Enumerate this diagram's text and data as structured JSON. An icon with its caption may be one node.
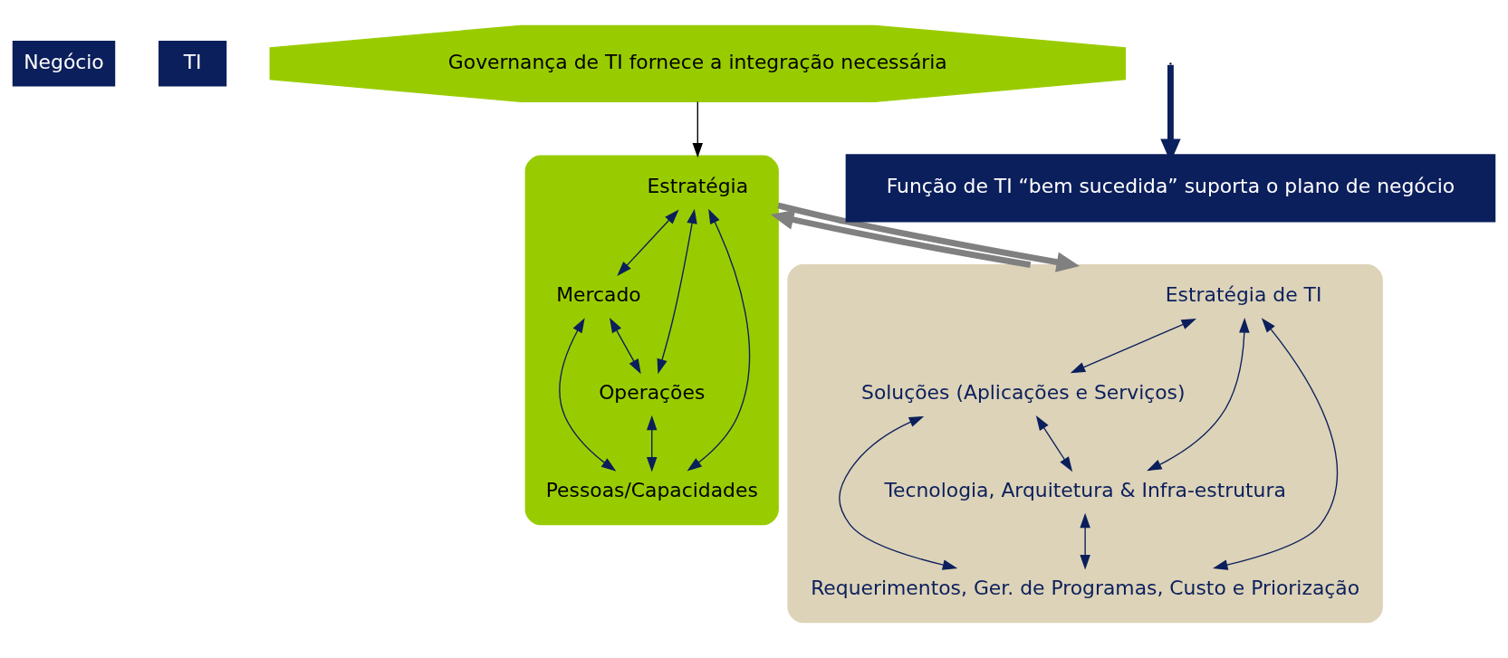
{
  "diagram": {
    "nodes": [
      {
        "text": [
          "Negócio"
        ]
      },
      {
        "text": [
          "TI"
        ]
      },
      {
        "text": [],
        "shape": "octagon"
      },
      {
        "text": [
          "Estratégia"
        ],
        "in": 2
      },
      {
        "text": [
          "Mercado"
        ],
        "in": 2
      },
      {
        "text": [
          "Operações"
        ],
        "in": 2
      },
      {
        "text": [
          "Pessoas/Capacidades"
        ],
        "in": 2
      },
      {
        "text": [],
        "shape": "octagon"
      },
      {
        "text": [
          "Estratégia de TI"
        ],
        "in": 7
      },
      {
        "text": [
          "Soluções (Aplicações e Serviços)"
        ],
        "in": 7
      },
      {
        "text": [
          "Tecnologia, Arquitetura & Infra-estrutura"
        ],
        "in": 7
      },
      {
        "text": [
          "Requerimentos, Ger. de Programas, Custo e Priorização"
        ],
        "in": 7
      },
      {
        "text": [
          "Governança de TI fornece a integração necessária"
        ]
      },
      {
        "text": [
          "Função de TI “bem sucedida” suporta o plano de negócio"
        ]
      }
    ],
    "edges": [
      {
        "from": 3,
        "to": 4,
        "arrow": "both"
      },
      {
        "from": 3,
        "to": 5,
        "arrow": "both"
      },
      {
        "from": 4,
        "to": 5,
        "arrow": "both"
      },
      {
        "from": 3,
        "to": 6,
        "arrow": "both"
      },
      {
        "from": 4,
        "to": 6,
        "arrow": "both"
      },
      {
        "from": 5,
        "to": 6,
        "arrow": "both"
      },
      {
        "from": 8,
        "to": 9,
        "arrow": "both"
      },
      {
        "from": 8,
        "to": 10,
        "arrow": "both"
      },
      {
        "from": 9,
        "to": 10,
        "arrow": "both"
      },
      {
        "from": 8,
        "to": 11,
        "arrow": "both"
      },
      {
        "from": 9,
        "to": 11,
        "arrow": "both"
      },
      {
        "from": 10,
        "to": 11,
        "arrow": "both"
      },
      {
        "from": 2,
        "to": 7,
        "arrow": "to",
        "style": "thick",
        "color": "#808080"
      },
      {
        "from": 7,
        "to": 2,
        "arrow": "to",
        "style": "thick",
        "color": "#808080"
      },
      {
        "from": 12,
        "to": 2,
        "arrow": "to",
        "color": "#000000"
      },
      {
        "from": null,
        "to": 13,
        "arrow": "to",
        "style": "thick"
      }
    ]
  }
}
